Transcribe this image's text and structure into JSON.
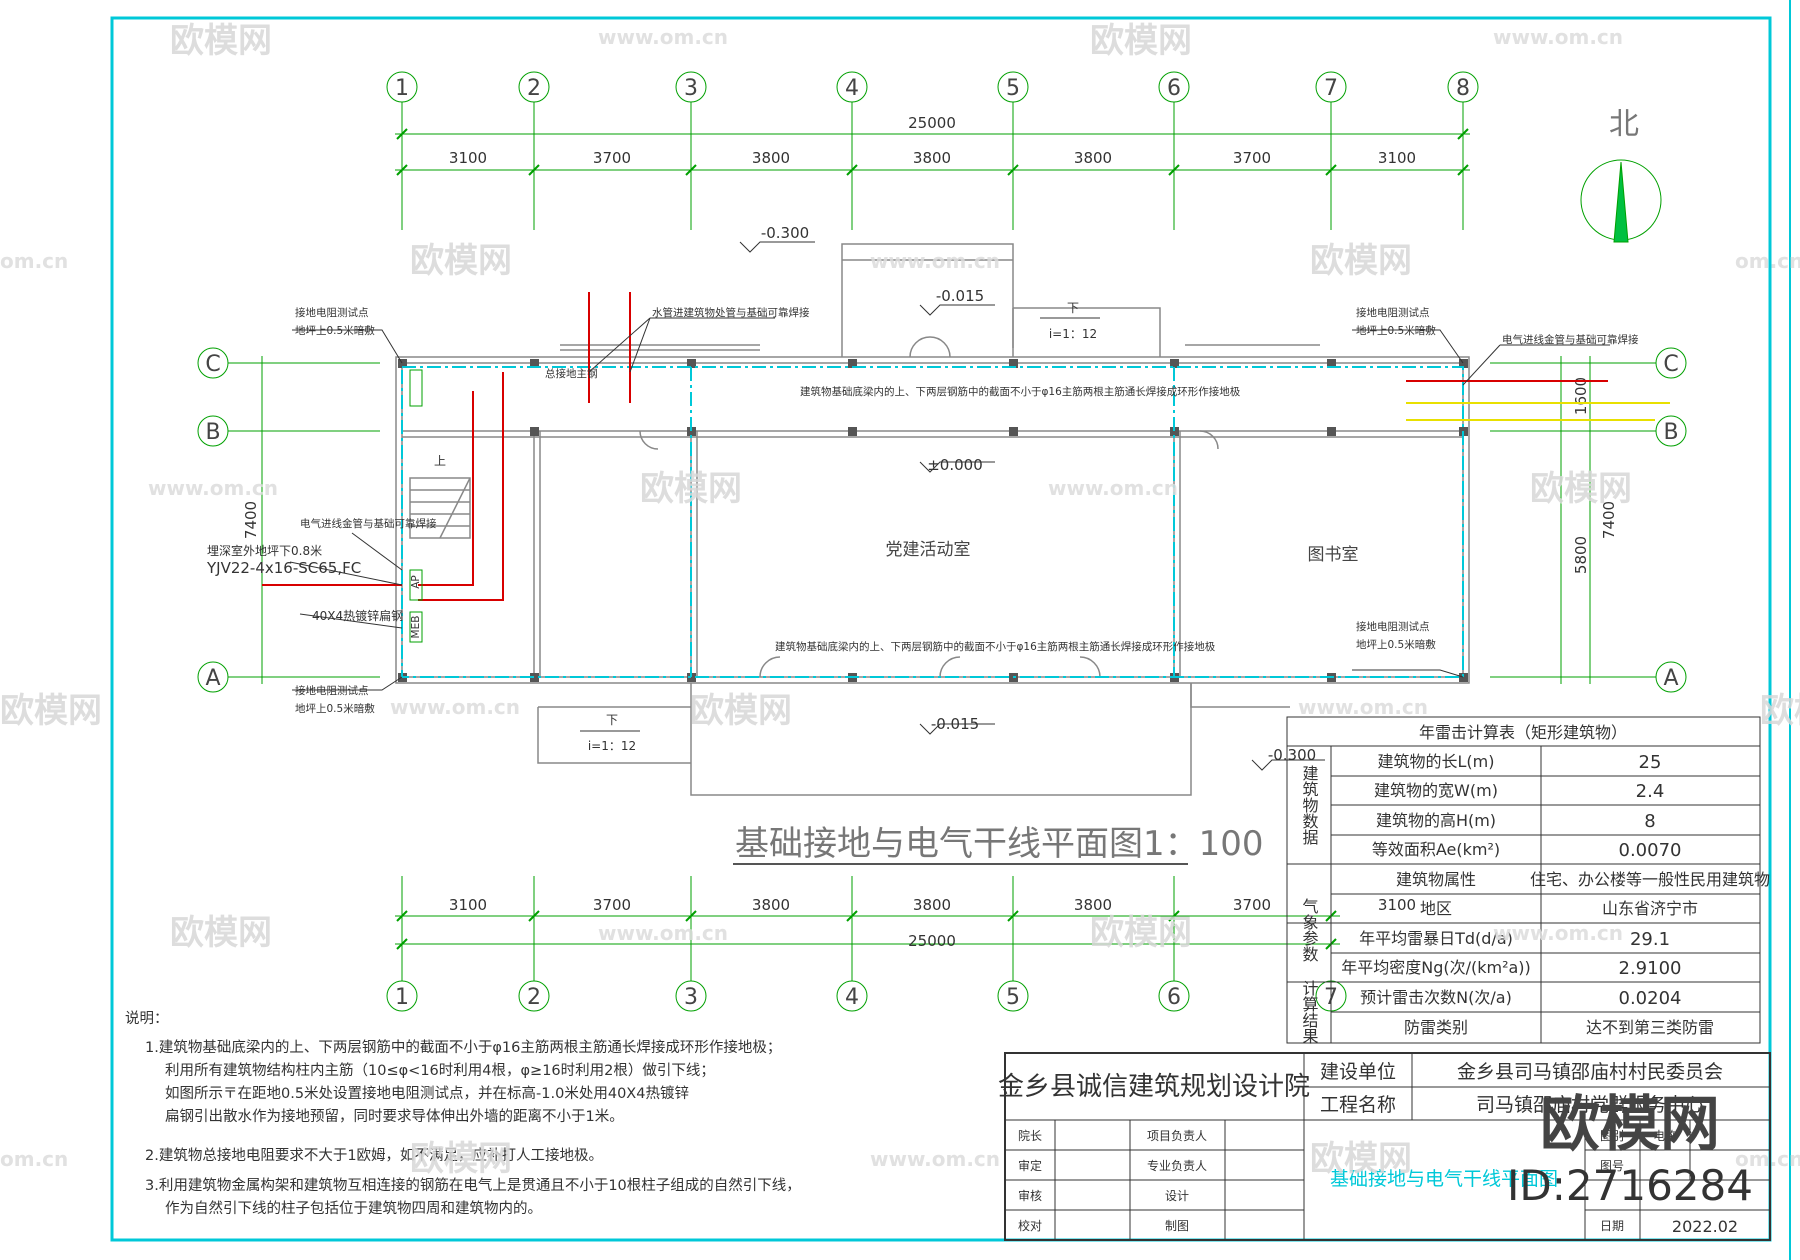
{
  "drawing": {
    "title": "基础接地与电气干线平面图1：100",
    "north_label": "北",
    "grid_top": [
      "1",
      "2",
      "3",
      "4",
      "5",
      "6",
      "7",
      "8"
    ],
    "grid_bottom": [
      "1",
      "2",
      "3",
      "4",
      "5",
      "6",
      "7"
    ],
    "grid_rows": [
      "C",
      "B",
      "A"
    ],
    "dim_total": "25000",
    "dim_spans": [
      "3100",
      "3700",
      "3800",
      "3800",
      "3800",
      "3700",
      "3100"
    ],
    "dim_left_total": "7400",
    "dim_right_total": "7400",
    "dim_right_a": "5800",
    "dim_right_b": "1600",
    "levels": {
      "l1": "-0.300",
      "l2": "-0.015",
      "l3": "±0.000",
      "l4": "-0.015",
      "l5": "-0.300"
    },
    "rooms": {
      "activity": "党建活动室",
      "library": "图书室",
      "stair": "上"
    },
    "ramp_label": "i=1：12",
    "ramp_arrow": "下",
    "labels": {
      "test_nw": "接地电阻测试点",
      "test_nw2": "地坪上0.5米暗敷",
      "test_ne": "接地电阻测试点",
      "test_ne2": "地坪上0.5米暗敷",
      "test_sw": "接地电阻测试点",
      "test_sw2": "地坪上0.5米暗敷",
      "test_se": "接地电阻测试点",
      "test_se2": "地坪上0.5米暗敷",
      "pipe_n": "水管进建筑物处管与基础可靠焊接",
      "pipe_ne": "电气进线金管与基础可靠焊接",
      "pipe_w": "电气进线金管与基础可靠焊接",
      "rebar_top": "建筑物基础底梁内的上、下两层钢筋中的截面不小于φ16主筋两根主筋通长焊接成环形作接地极",
      "rebar_bot": "建筑物基础底梁内的上、下两层钢筋中的截面不小于φ16主筋两根主筋通长焊接成环形作接地极",
      "main_bar": "总接地主钢",
      "cable1": "埋深室外地坪下0.8米",
      "cable2": "YJV22-4x16-SC65,FC",
      "steel": "40X4热镀锌扁钢",
      "ap1": "AP",
      "ap2": "MEB"
    }
  },
  "notes": {
    "heading": "说明：",
    "n1a": "1.建筑物基础底梁内的上、下两层钢筋中的截面不小于φ16主筋两根主筋通长焊接成环形作接地极；",
    "n1b": "利用所有建筑物结构柱内主筋（10≤φ<16时利用4根，φ≥16时利用2根）做引下线；",
    "n1c": "如图所示〒在距地0.5米处设置接地电阻测试点，并在标高-1.0米处用40X4热镀锌",
    "n1d": "扁钢引出散水作为接地预留，同时要求导体伸出外墙的距离不小于1米。",
    "n2": "2.建筑物总接地电阻要求不大于1欧姆，如不满足，应补打人工接地极。",
    "n3a": "3.利用建筑物金属构架和建筑物互相连接的钢筋在电气上是贯通且不小于10根柱子组成的自然引下线，",
    "n3b": "作为自然引下线的柱子包括位于建筑物四周和建筑物内的。"
  },
  "calc_table": {
    "title": "年雷击计算表（矩形建筑物）",
    "group1": "建筑物数据",
    "group2": "气象参数",
    "group3": "计算结果",
    "rows": [
      {
        "k": "建筑物的长L(m)",
        "v": "25"
      },
      {
        "k": "建筑物的宽W(m)",
        "v": "2.4"
      },
      {
        "k": "建筑物的高H(m)",
        "v": "8"
      },
      {
        "k": "等效面积Ae(km²)",
        "v": "0.0070"
      },
      {
        "k": "建筑物属性",
        "v": "住宅、办公楼等一般性民用建筑物"
      },
      {
        "k": "地区",
        "v": "山东省济宁市"
      },
      {
        "k": "年平均雷暴日Td(d/a)",
        "v": "29.1"
      },
      {
        "k": "年平均密度Ng(次/(km²a))",
        "v": "2.9100"
      },
      {
        "k": "预计雷击次数N(次/a)",
        "v": "0.0204"
      },
      {
        "k": "防雷类别",
        "v": "达不到第三类防雷"
      }
    ]
  },
  "title_block": {
    "institute": "金乡县诚信建筑规划设计院",
    "client_label": "建设单位",
    "client_value": "金乡县司马镇邵庙村村民委员会",
    "project_label": "工程名称",
    "project_value": "司马镇邵庙村党群服务中心",
    "roles": [
      "院长",
      "审定",
      "审核",
      "校对"
    ],
    "roles2": [
      "项目负责人",
      "专业负责人",
      "设计",
      "制图"
    ],
    "drawing_name": "基础接地与电气干线平面图",
    "col_a": "图别",
    "col_b": "电施",
    "col_c": "图号",
    "date_label": "日期",
    "date_value": "2022.02"
  },
  "watermark": {
    "brand": "欧模网",
    "url": "www.om.cn",
    "url_short": "om.cn",
    "logo_text": "欧模网",
    "logo_id": "ID:2716284"
  },
  "colors": {
    "frame": "#00c8d8",
    "axis": "#00a000",
    "wall": "#888888",
    "red": "#d80000",
    "yellow": "#e8e000",
    "cyan": "#00c8d8"
  }
}
